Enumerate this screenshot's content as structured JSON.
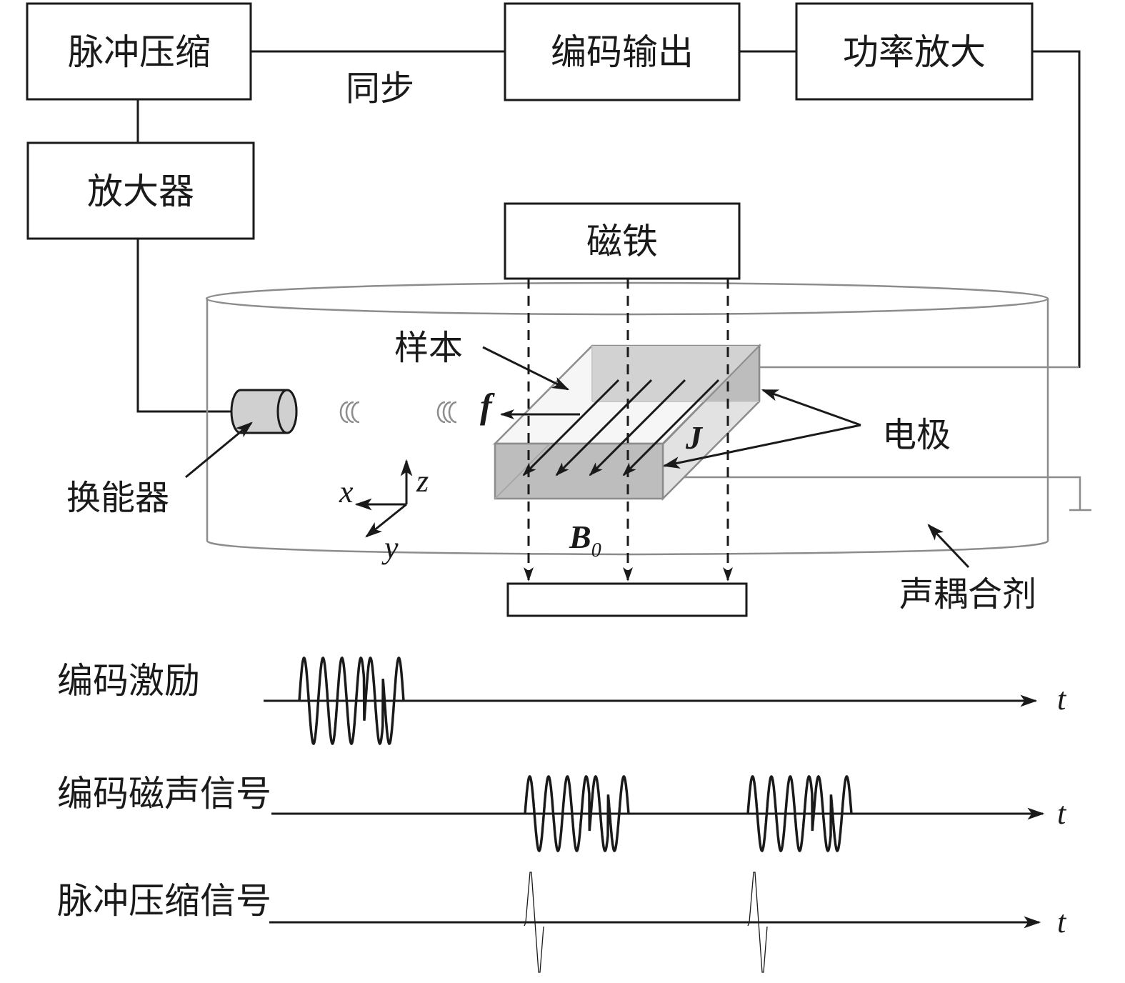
{
  "blocks": {
    "pulse_compression": "脉冲压缩",
    "coded_output": "编码输出",
    "power_amplifier": "功率放大",
    "amplifier": "放大器",
    "magnet": "磁铁"
  },
  "labels": {
    "sync": "同步",
    "sample": "样本",
    "electrode": "电极",
    "transducer": "换能器",
    "coupling_agent": "声耦合剂",
    "force": "f",
    "current_density": "J",
    "magnetic_field": "B",
    "magnetic_field_sub": "0",
    "axis_x": "x",
    "axis_y": "y",
    "axis_z": "z"
  },
  "colors": {
    "stroke": "#1a1a1a",
    "gray_line": "#8c8c8c",
    "sample_top": "#f6f6f6",
    "sample_front": "#bdbdbd",
    "sample_side": "#e2e2e2",
    "electrode_fill": "#d2d2d2",
    "transducer_fill": "#d0d0d0"
  },
  "signals": [
    {
      "label": "编码激励",
      "axis_label": "t",
      "type": "coded",
      "bursts": 1
    },
    {
      "label": "编码磁声信号",
      "axis_label": "t",
      "type": "coded",
      "bursts": 2
    },
    {
      "label": "脉冲压缩信号",
      "axis_label": "t",
      "type": "compressed",
      "bursts": 2
    }
  ]
}
